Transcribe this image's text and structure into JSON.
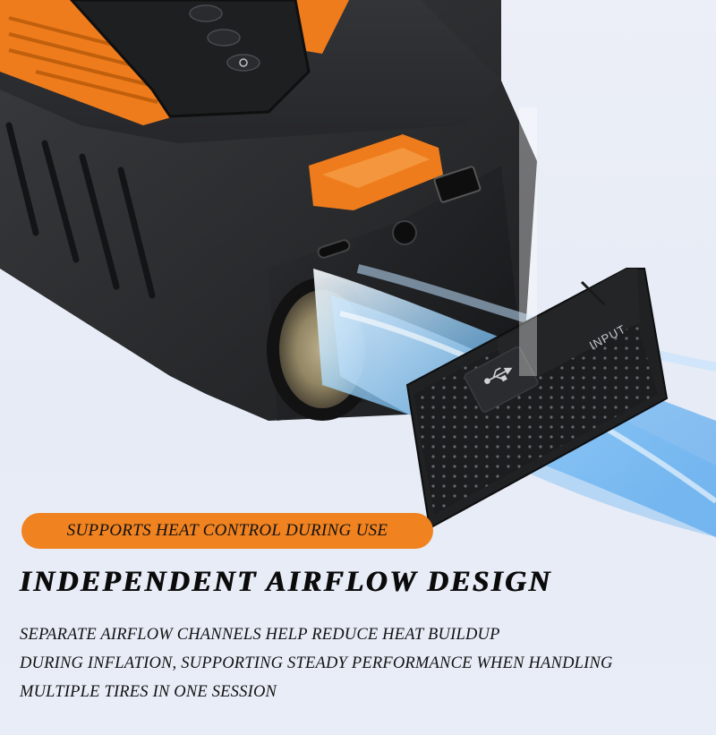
{
  "product_panel": {
    "port_label": "INPUT",
    "usb_symbol": "usb-icon",
    "power_symbol": "power-icon"
  },
  "badge": {
    "text": "SUPPORTS HEAT CONTROL DURING USE"
  },
  "headline": "INDEPENDENT AIRFLOW DESIGN",
  "description": {
    "lines": [
      "SEPARATE AIRFLOW CHANNELS HELP REDUCE HEAT BUILDUP",
      "DURING INFLATION, SUPPORTING STEADY PERFORMANCE WHEN HANDLING",
      "MULTIPLE TIRES IN ONE SESSION"
    ]
  },
  "colors": {
    "accent_orange": "#f08220",
    "body_dark": "#2a2b2d",
    "airflow_blue": "#3d9df2",
    "background": "#e8ecf6"
  }
}
